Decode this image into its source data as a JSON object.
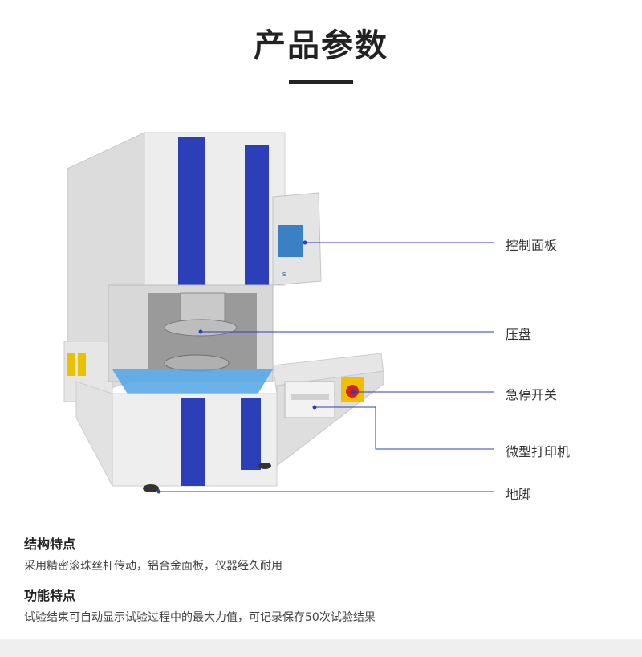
{
  "page": {
    "title": "产品参数",
    "accent_color": "#2b3fb8"
  },
  "callouts": [
    {
      "label": "控制面板"
    },
    {
      "label": "压盘"
    },
    {
      "label": "急停开关"
    },
    {
      "label": "微型打印机"
    },
    {
      "label": "地脚"
    }
  ],
  "features": {
    "structure": {
      "heading": "结构特点",
      "text": "采用精密滚珠丝杆传动，铝合金面板，仪器经久耐用"
    },
    "function": {
      "heading": "功能特点",
      "text": "试验结束可自动显示试验过程中的最大力值，可记录保存50次试验结果"
    }
  }
}
